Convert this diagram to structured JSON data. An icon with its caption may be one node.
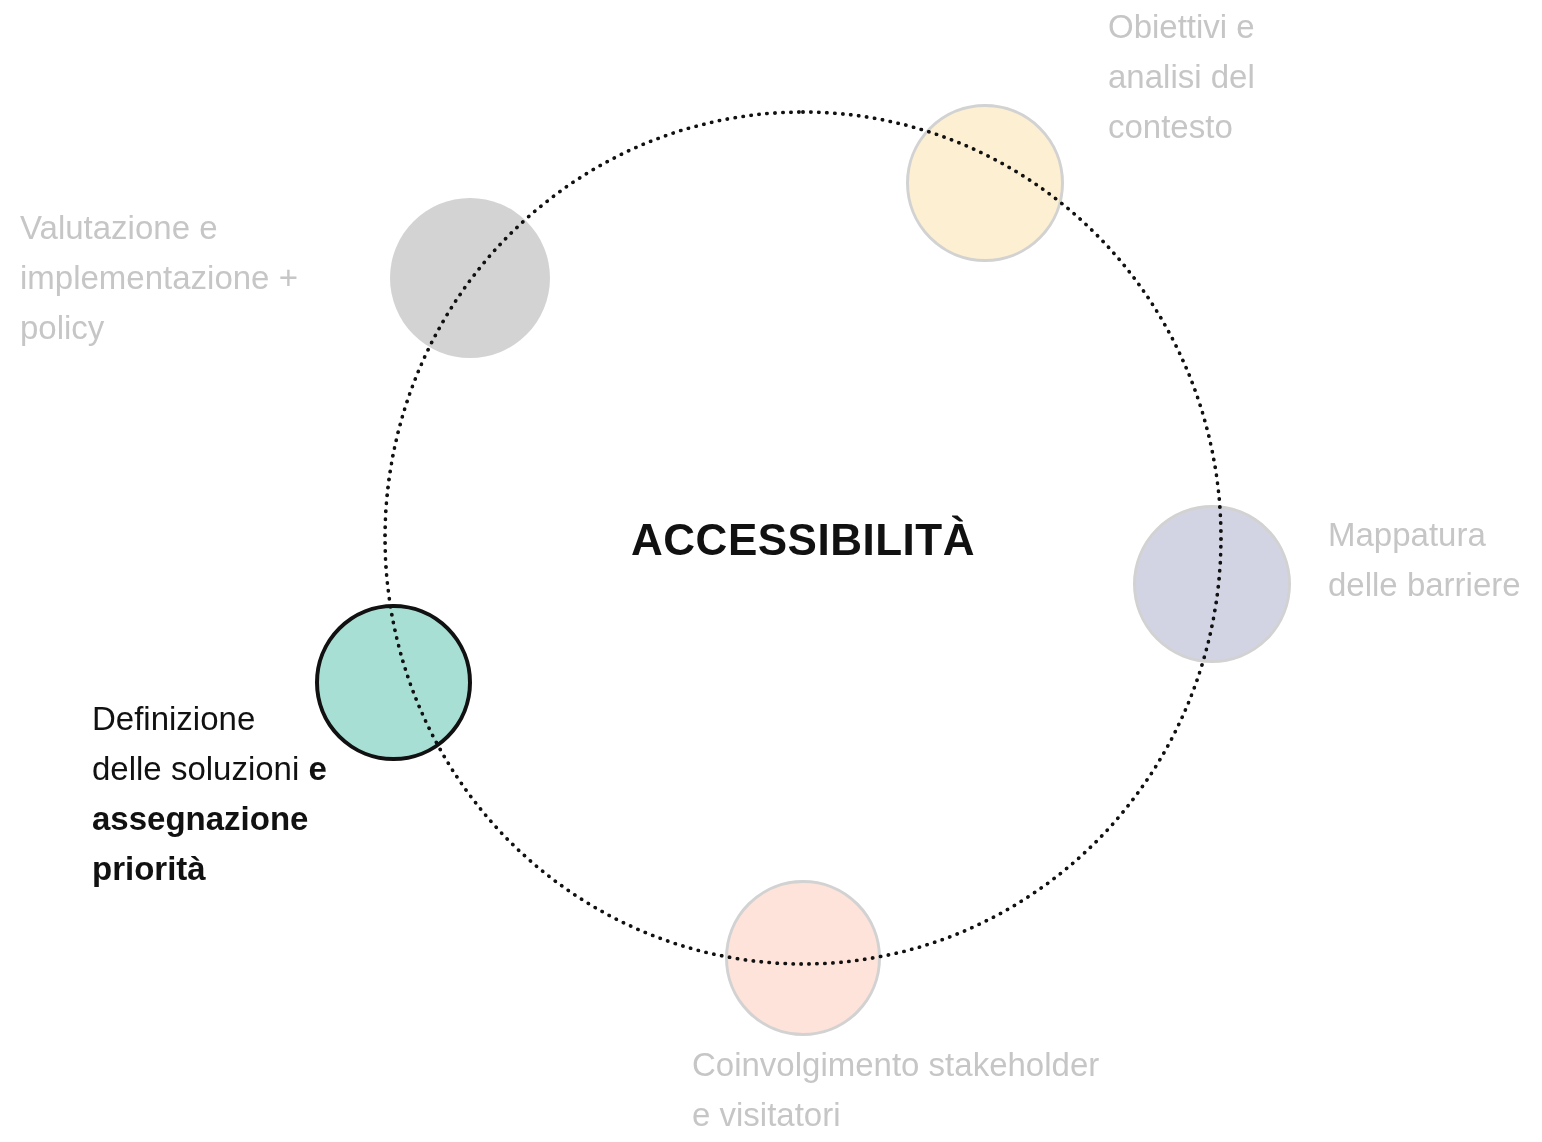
{
  "diagram": {
    "nodes": [
      {
        "text": [
          "ACCESSIBILITÀ"
        ]
      },
      {
        "text": [],
        "shape": "circle",
        "beside": [
          "Obiettivi e analisi del contesto"
        ]
      },
      {
        "text": [],
        "shape": "circle",
        "beside": [
          "Valutazione e implementazione + policy"
        ]
      },
      {
        "text": [],
        "shape": "circle",
        "beside": [
          "Mappatura delle barriere"
        ]
      },
      {
        "text": [],
        "shape": "circle",
        "beside": [
          "Definizione delle soluzioni **e assegnazione priorità**"
        ]
      },
      {
        "text": [],
        "shape": "circle",
        "beside": [
          "Coinvolgimento stakeholder e visitatori"
        ]
      }
    ],
    "edges": []
  }
}
